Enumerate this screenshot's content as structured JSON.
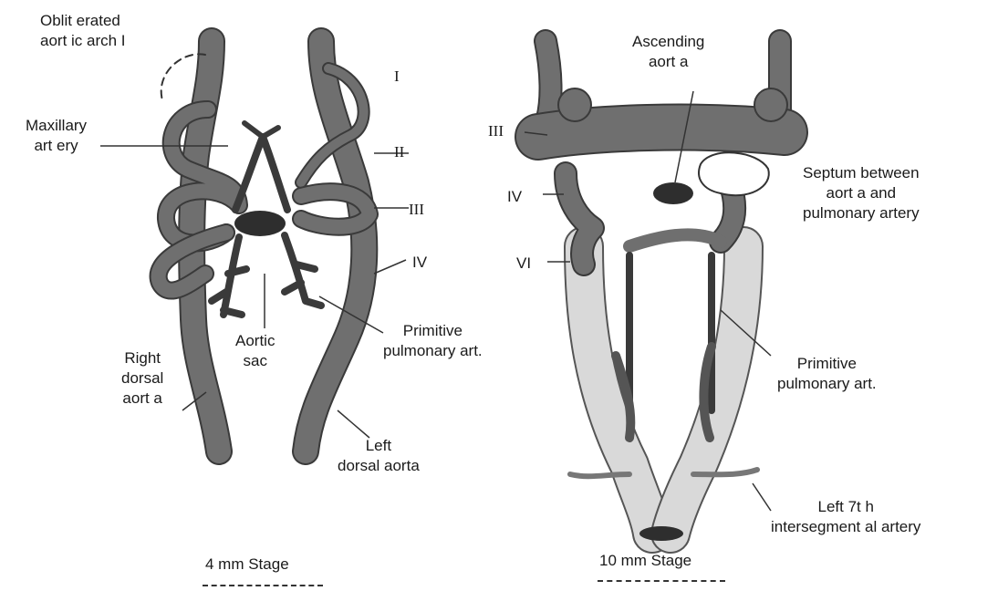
{
  "left_panel": {
    "stage": "4 mm Stage",
    "labels": {
      "obliterated_1": "Oblit erated",
      "obliterated_2": "aort ic arch I",
      "maxillary_1": "Maxillary",
      "maxillary_2": "art ery",
      "arch_I": "I",
      "arch_II": "II",
      "arch_III": "III",
      "arch_IV": "IV",
      "primitive_1": "Primitive",
      "primitive_2": "pulmonary art.",
      "aortic_1": "Aortic",
      "aortic_2": "sac",
      "right_dorsal_1": "Right",
      "right_dorsal_2": "dorsal",
      "right_dorsal_3": "aort a",
      "left_dorsal_1": "Left",
      "left_dorsal_2": "dorsal aorta"
    }
  },
  "right_panel": {
    "stage": "10 mm Stage",
    "labels": {
      "ascending_1": "Ascending",
      "ascending_2": "aort a",
      "arch_III": "III",
      "arch_IV": "IV",
      "arch_VI": "VI",
      "septum_1": "Septum between",
      "septum_2": "aort a and",
      "septum_3": "pulmonary artery",
      "primitive_1": "Primitive",
      "primitive_2": "pulmonary art.",
      "left7_1": "Left 7t h",
      "left7_2": "intersegment al artery"
    }
  },
  "colors": {
    "vessel": "#6f6f6f",
    "vessel_dark": "#2e2e2e",
    "light_vessel": "#d9d9d9",
    "outline": "#3a3a3a"
  }
}
